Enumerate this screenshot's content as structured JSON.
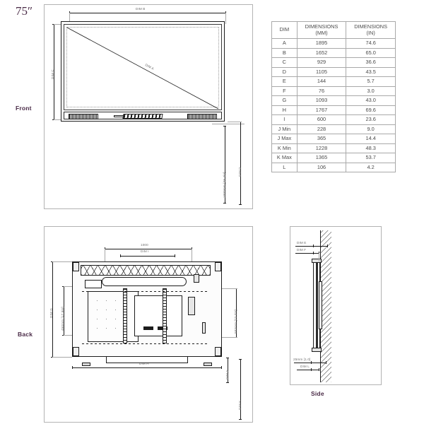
{
  "drawing": {
    "size_label": "75″",
    "views": [
      {
        "key": "front",
        "label": "Front"
      },
      {
        "key": "back",
        "label": "Back"
      },
      {
        "key": "side",
        "label": "Side"
      }
    ]
  },
  "table": {
    "headers": [
      "DIM",
      "DIMENSIONS (MM)",
      "DIMENSIONS (IN)"
    ],
    "header_lines": {
      "col1": "DIM",
      "col2_top": "DIMENSIONS",
      "col2_bottom": "(MM)",
      "col3_top": "DIMENSIONS",
      "col3_bottom": "(IN)"
    },
    "rows": [
      {
        "dim": "A",
        "mm": "1895",
        "in": "74.6"
      },
      {
        "dim": "B",
        "mm": "1652",
        "in": "65.0"
      },
      {
        "dim": "C",
        "mm": "929",
        "in": "36.6"
      },
      {
        "dim": "D",
        "mm": "1105",
        "in": "43.5"
      },
      {
        "dim": "E",
        "mm": "144",
        "in": "5.7"
      },
      {
        "dim": "F",
        "mm": "76",
        "in": "3.0"
      },
      {
        "dim": "G",
        "mm": "1093",
        "in": "43.0"
      },
      {
        "dim": "H",
        "mm": "1767",
        "in": "69.6"
      },
      {
        "dim": "I",
        "mm": "600",
        "in": "23.6"
      },
      {
        "dim": "J Min",
        "mm": "228",
        "in": "9.0"
      },
      {
        "dim": "J Max",
        "mm": "365",
        "in": "14.4"
      },
      {
        "dim": "K Min",
        "mm": "1228",
        "in": "48.3"
      },
      {
        "dim": "K Max",
        "mm": "1365",
        "in": "53.7"
      },
      {
        "dim": "L",
        "mm": "106",
        "in": "4.2"
      }
    ]
  },
  "front_view": {
    "dim_width": "DIM B",
    "dim_height": "DIM C",
    "dim_diagonal": "DIM A",
    "mount_height": "1000mm [39.4in]",
    "dim_floor": "DIM D"
  },
  "back_view": {
    "dim_overall_width": "DIM H",
    "dim_height": "DIM G",
    "dim_mount_span": "DIM I",
    "mount_span_mm": "1000",
    "dim_vesa_vertical": "450mm [17.9in]",
    "dim_right_vertical": "583mm [23.0in]",
    "dim_bottom": "DIM J",
    "dim_right_outer": "DIM K"
  },
  "side_view": {
    "dim_depth_total": "DIM E",
    "dim_depth_panel": "DIM F",
    "wall_gap": "25mm [1.0]",
    "dim_bottom": "DIM L"
  },
  "colors": {
    "label": "#4a2b47",
    "line": "#7d7d7d",
    "line_dark": "#1c1c1c",
    "table_border": "#a9a9a9",
    "text": "#4b4b4b"
  }
}
